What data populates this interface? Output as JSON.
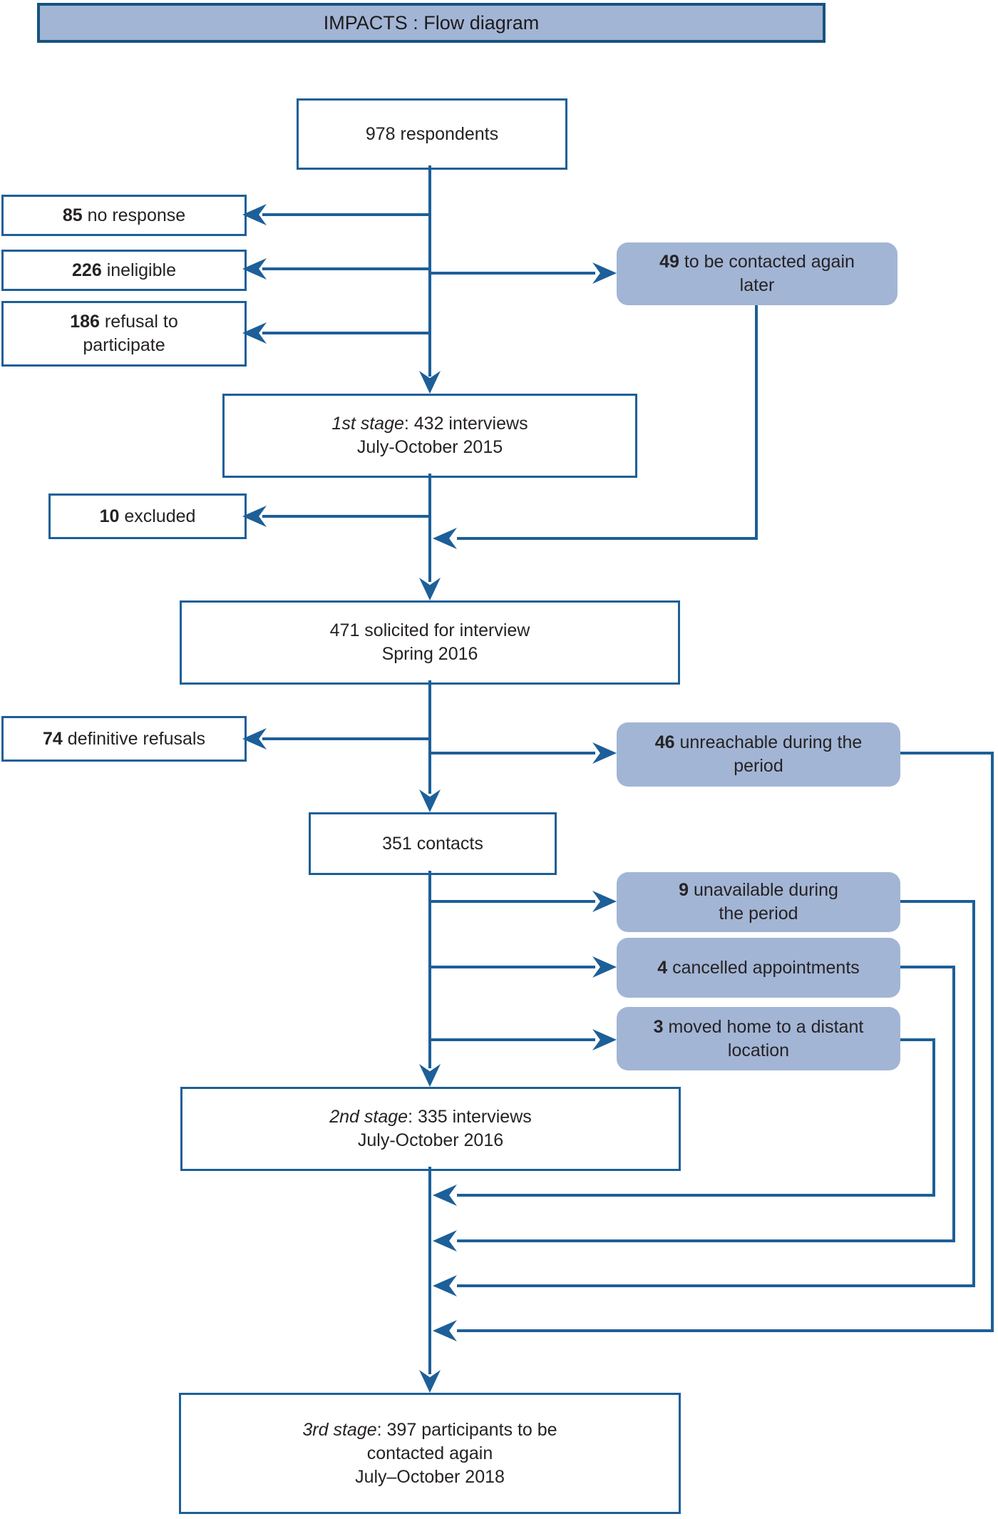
{
  "title": "IMPACTS : Flow diagram",
  "colors": {
    "line_blue": "#1d5f98",
    "fill_blue": "#a2b5d5",
    "title_border": "#17527f"
  },
  "nodes": {
    "respondents": {
      "line1": "978 respondents"
    },
    "no_response": {
      "number": "85",
      "label": "no response"
    },
    "ineligible": {
      "number": "226",
      "label": "ineligible"
    },
    "refusal": {
      "number": "186",
      "label": "refusal to",
      "line2": "participate"
    },
    "contact_later": {
      "number": "49",
      "label": "to be contacted again",
      "line2": "later"
    },
    "stage1": {
      "stage": "1st stage",
      "rest": ": 432 interviews",
      "date": "July-October 2015"
    },
    "excluded": {
      "number": "10",
      "label": "excluded"
    },
    "solicited": {
      "line1": "471 solicited for interview",
      "date": "Spring 2016"
    },
    "definitive_refusals": {
      "number": "74",
      "label": "definitive refusals"
    },
    "unreachable": {
      "number": "46",
      "label": "unreachable during the",
      "line2": "period"
    },
    "contacts": {
      "line1": "351 contacts"
    },
    "unavailable": {
      "number": "9",
      "label": "unavailable during",
      "line2": "the period"
    },
    "cancelled": {
      "number": "4",
      "label": "cancelled appointments"
    },
    "moved": {
      "number": "3",
      "label": "moved home to a distant",
      "line2": "location"
    },
    "stage2": {
      "stage": "2nd stage",
      "rest": ": 335 interviews",
      "date": "July-October 2016"
    },
    "stage3": {
      "stage": "3rd stage",
      "rest": ": 397 participants to be",
      "line2": "contacted again",
      "date": "July–October 2018"
    }
  }
}
